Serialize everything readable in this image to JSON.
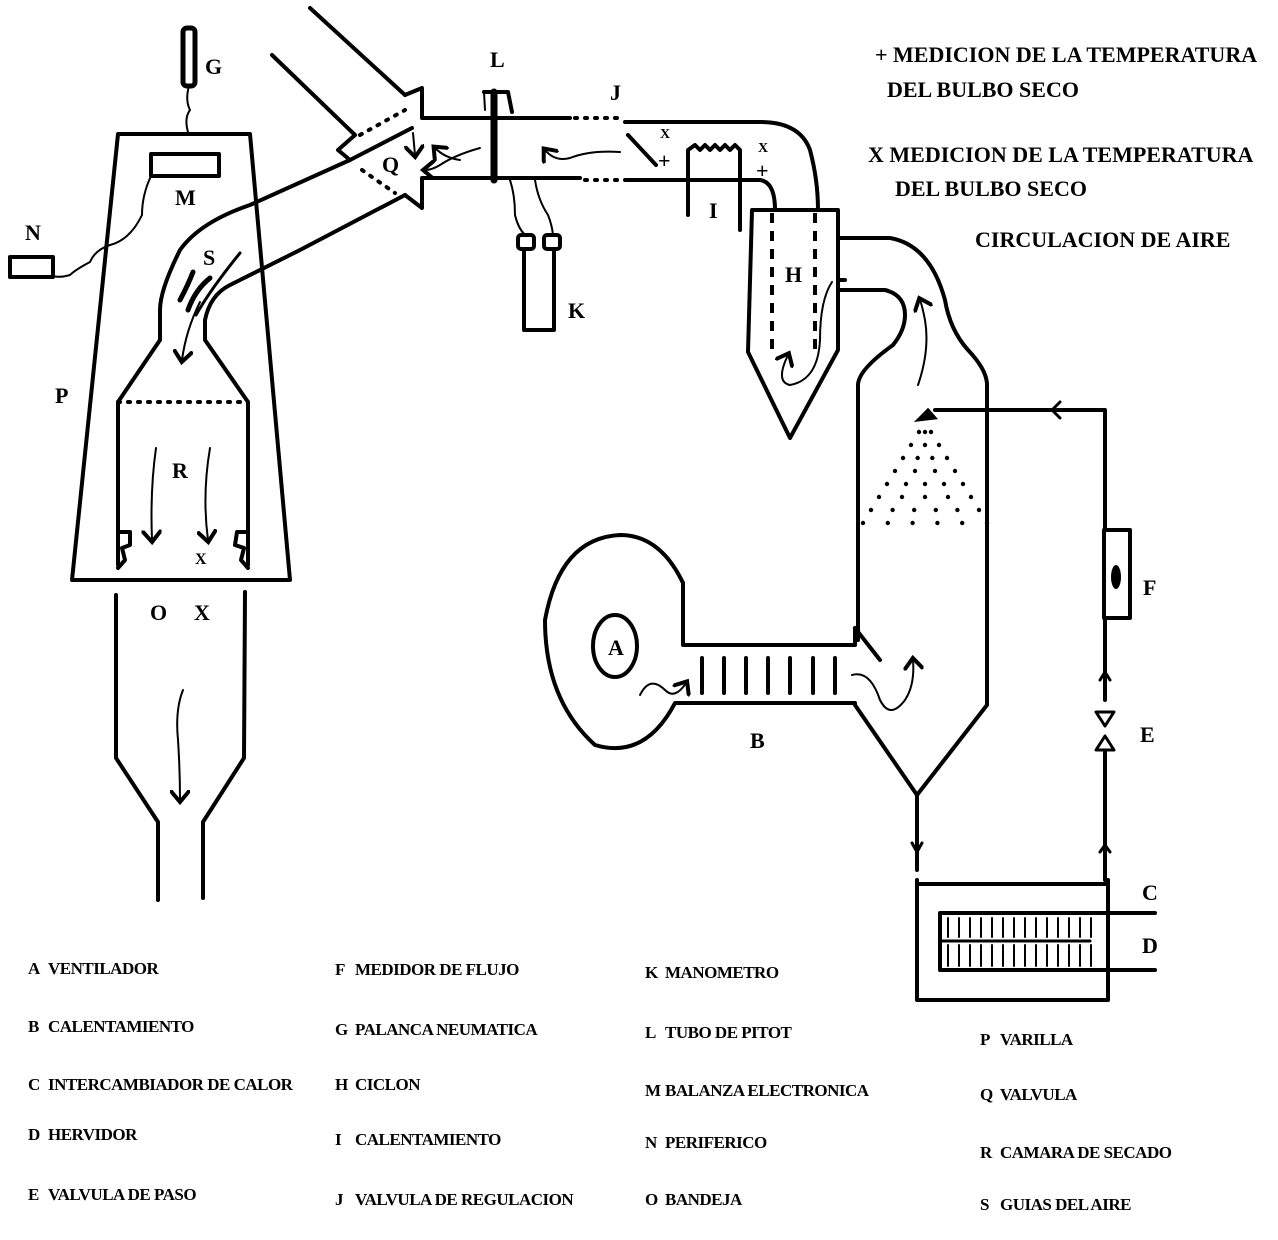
{
  "annotations": {
    "plus_line1": "+ MEDICION DE LA TEMPERATURA",
    "plus_line2": "DEL BULBO SECO",
    "x_line1": "X  MEDICION DE LA TEMPERATURA",
    "x_line2": "DEL BULBO SECO",
    "airflow": "CIRCULACION DE AIRE"
  },
  "labels": {
    "A": "A",
    "B": "B",
    "C": "C",
    "D": "D",
    "E": "E",
    "F": "F",
    "G": "G",
    "H": "H",
    "I": "I",
    "J": "J",
    "K": "K",
    "L": "L",
    "M": "M",
    "N": "N",
    "O": "O",
    "P": "P",
    "Q": "Q",
    "R": "R",
    "S": "S",
    "x_mark": "X",
    "plus_mark": "+"
  },
  "legend": [
    {
      "key": "A",
      "text": "VENTILADOR"
    },
    {
      "key": "B",
      "text": "CALENTAMIENTO"
    },
    {
      "key": "C",
      "text": "INTERCAMBIADOR DE CALOR"
    },
    {
      "key": "D",
      "text": "HERVIDOR"
    },
    {
      "key": "E",
      "text": "VALVULA DE PASO"
    },
    {
      "key": "F",
      "text": "MEDIDOR DE FLUJO"
    },
    {
      "key": "G",
      "text": "PALANCA NEUMATICA"
    },
    {
      "key": "H",
      "text": "CICLON"
    },
    {
      "key": "I",
      "text": "CALENTAMIENTO"
    },
    {
      "key": "J",
      "text": "VALVULA DE REGULACION"
    },
    {
      "key": "K",
      "text": "MANOMETRO"
    },
    {
      "key": "L",
      "text": "TUBO DE PITOT"
    },
    {
      "key": "M",
      "text": "BALANZA ELECTRONICA"
    },
    {
      "key": "N",
      "text": "PERIFERICO"
    },
    {
      "key": "O",
      "text": "BANDEJA"
    },
    {
      "key": "P",
      "text": "VARILLA"
    },
    {
      "key": "Q",
      "text": "VALVULA"
    },
    {
      "key": "R",
      "text": "CAMARA DE SECADO"
    },
    {
      "key": "S",
      "text": "GUIAS DEL AIRE"
    }
  ]
}
